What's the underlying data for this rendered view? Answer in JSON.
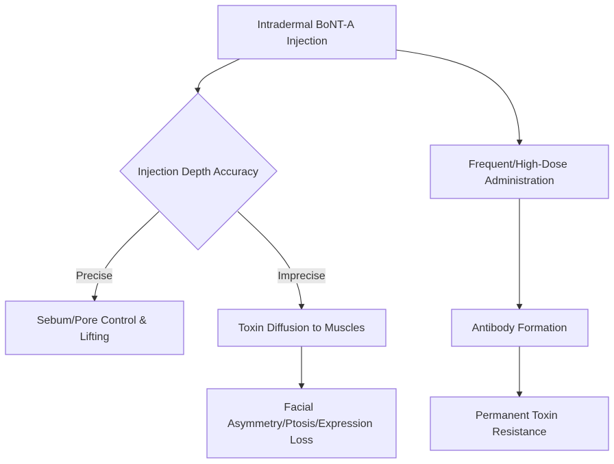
{
  "nodes": {
    "injection": {
      "lines": [
        "Intradermal BoNT-A",
        "Injection"
      ]
    },
    "depth": {
      "lines": [
        "Injection Depth Accuracy"
      ]
    },
    "frequent": {
      "lines": [
        "Frequent/High-Dose",
        "Administration"
      ]
    },
    "sebum": {
      "lines": [
        "Sebum/Pore Control &",
        "Lifting"
      ]
    },
    "diffusion": {
      "lines": [
        "Toxin Diffusion to Muscles"
      ]
    },
    "antibody": {
      "lines": [
        "Antibody Formation"
      ]
    },
    "asymmetry": {
      "lines": [
        "Facial",
        "Asymmetry/Ptosis/Expression",
        "Loss"
      ]
    },
    "resistance": {
      "lines": [
        "Permanent Toxin",
        "Resistance"
      ]
    }
  },
  "edge_labels": {
    "precise": "Precise",
    "imprecise": "Imprecise"
  },
  "colors": {
    "node_fill": "#ECECFF",
    "node_stroke": "#9370DB",
    "edge": "#333333",
    "label_bg": "#E8E8E8"
  }
}
